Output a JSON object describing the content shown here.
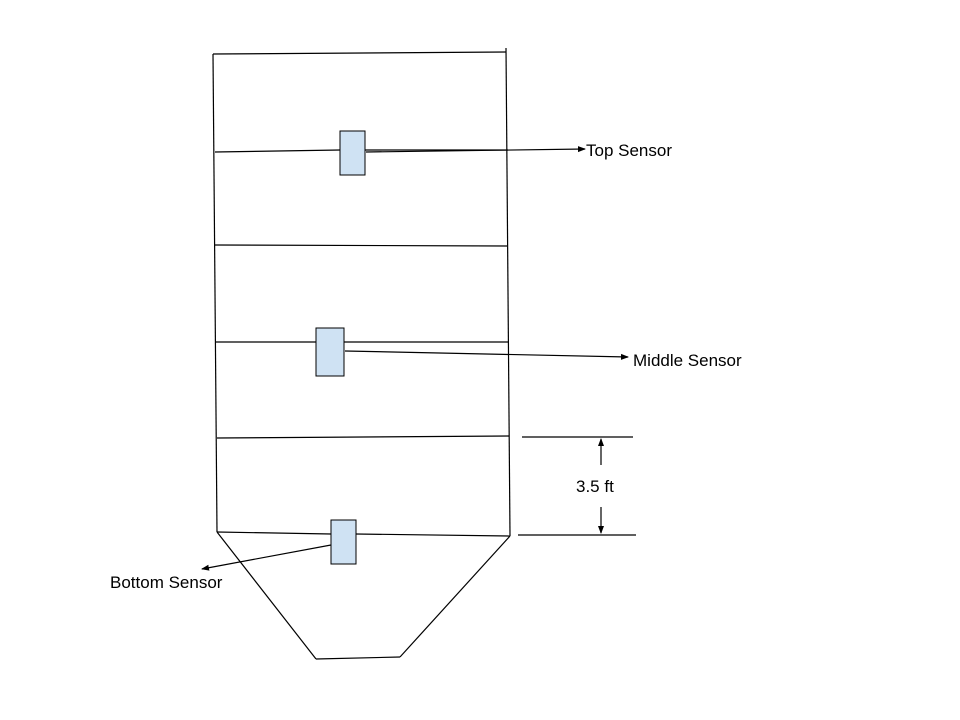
{
  "labels": {
    "top_sensor": "Top Sensor",
    "middle_sensor": "Middle Sensor",
    "bottom_sensor": "Bottom Sensor",
    "dimension": "3.5 ft"
  },
  "colors": {
    "sensor_fill": "#cfe2f3",
    "line": "#000000",
    "background": "#ffffff"
  }
}
